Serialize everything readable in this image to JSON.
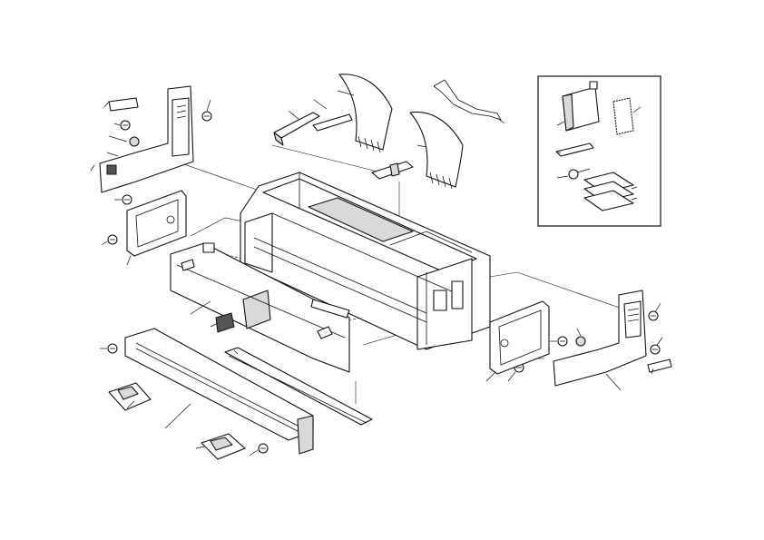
{
  "diagram": {
    "kind": "exploded-parts-view",
    "colors": {
      "line": "#111111",
      "fill": "#ffffff",
      "shade": "#d9d9d9",
      "dark": "#555555"
    },
    "parts": [
      {
        "id": "main-frame",
        "icon": "printer-frame-icon"
      },
      {
        "id": "left-side-cover",
        "icon": "side-cover-icon"
      },
      {
        "id": "right-side-cover",
        "icon": "side-cover-icon"
      },
      {
        "id": "left-board",
        "icon": "circuit-board-icon"
      },
      {
        "id": "right-board",
        "icon": "circuit-board-icon"
      },
      {
        "id": "front-cover-panel",
        "icon": "panel-icon"
      },
      {
        "id": "bottom-tray",
        "icon": "tray-icon"
      },
      {
        "id": "paper-guide-rail",
        "icon": "rail-icon"
      },
      {
        "id": "paper-guide-left",
        "icon": "paper-guide-icon"
      },
      {
        "id": "paper-guide-right",
        "icon": "paper-guide-icon"
      },
      {
        "id": "wire-bail",
        "icon": "wire-icon"
      },
      {
        "id": "levers",
        "icon": "lever-icon"
      },
      {
        "id": "bracket-clip",
        "icon": "clip-icon"
      },
      {
        "id": "small-feet",
        "icon": "foot-icon"
      },
      {
        "id": "screws",
        "icon": "screw-icon"
      },
      {
        "id": "labels",
        "icon": "label-icon"
      }
    ],
    "accessory_kit": {
      "items": [
        {
          "id": "folder-sleeve",
          "icon": "sleeve-icon"
        },
        {
          "id": "seal-sticker",
          "icon": "sticker-icon"
        },
        {
          "id": "small-bracket",
          "icon": "bracket-icon"
        },
        {
          "id": "kit-screw",
          "icon": "screw-icon"
        },
        {
          "id": "manual-stack",
          "icon": "manual-icon"
        }
      ]
    }
  }
}
